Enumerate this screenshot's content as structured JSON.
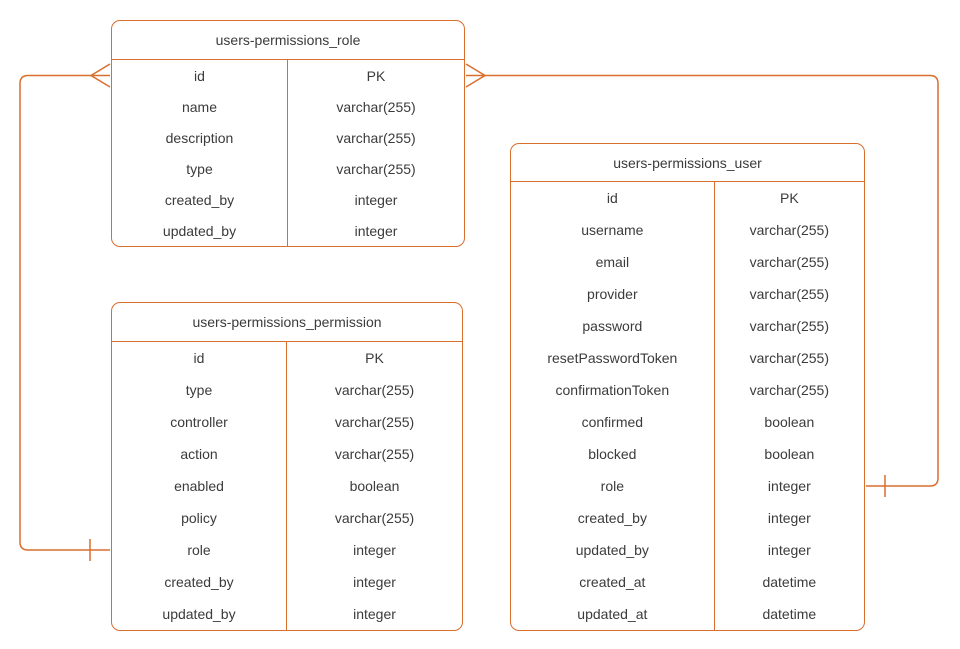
{
  "colors": {
    "accent": "#D96F2D",
    "text": "#3B3B3B",
    "background": "#FFFFFF"
  },
  "tables": [
    {
      "id": "users-permissions_role",
      "title": "users-permissions_role",
      "fields": [
        {
          "name": "id",
          "type": "PK"
        },
        {
          "name": "name",
          "type": "varchar(255)"
        },
        {
          "name": "description",
          "type": "varchar(255)"
        },
        {
          "name": "type",
          "type": "varchar(255)"
        },
        {
          "name": "created_by",
          "type": "integer"
        },
        {
          "name": "updated_by",
          "type": "integer"
        }
      ]
    },
    {
      "id": "users-permissions_permission",
      "title": "users-permissions_permission",
      "fields": [
        {
          "name": "id",
          "type": "PK"
        },
        {
          "name": "type",
          "type": "varchar(255)"
        },
        {
          "name": "controller",
          "type": "varchar(255)"
        },
        {
          "name": "action",
          "type": "varchar(255)"
        },
        {
          "name": "enabled",
          "type": "boolean"
        },
        {
          "name": "policy",
          "type": "varchar(255)"
        },
        {
          "name": "role",
          "type": "integer"
        },
        {
          "name": "created_by",
          "type": "integer"
        },
        {
          "name": "updated_by",
          "type": "integer"
        }
      ]
    },
    {
      "id": "users-permissions_user",
      "title": "users-permissions_user",
      "fields": [
        {
          "name": "id",
          "type": "PK"
        },
        {
          "name": "username",
          "type": "varchar(255)"
        },
        {
          "name": "email",
          "type": "varchar(255)"
        },
        {
          "name": "provider",
          "type": "varchar(255)"
        },
        {
          "name": "password",
          "type": "varchar(255)"
        },
        {
          "name": "resetPasswordToken",
          "type": "varchar(255)"
        },
        {
          "name": "confirmationToken",
          "type": "varchar(255)"
        },
        {
          "name": "confirmed",
          "type": "boolean"
        },
        {
          "name": "blocked",
          "type": "boolean"
        },
        {
          "name": "role",
          "type": "integer"
        },
        {
          "name": "created_by",
          "type": "integer"
        },
        {
          "name": "updated_by",
          "type": "integer"
        },
        {
          "name": "created_at",
          "type": "datetime"
        },
        {
          "name": "updated_at",
          "type": "datetime"
        }
      ]
    }
  ],
  "relationships": [
    {
      "many_end": {
        "table": "users-permissions_role",
        "field": "id",
        "marker": "crow-foot-many"
      },
      "one_end": {
        "table": "users-permissions_permission",
        "field": "role",
        "marker": "tick-one"
      }
    },
    {
      "many_end": {
        "table": "users-permissions_role",
        "field": "id",
        "marker": "crow-foot-many"
      },
      "one_end": {
        "table": "users-permissions_user",
        "field": "role",
        "marker": "tick-one"
      }
    }
  ]
}
